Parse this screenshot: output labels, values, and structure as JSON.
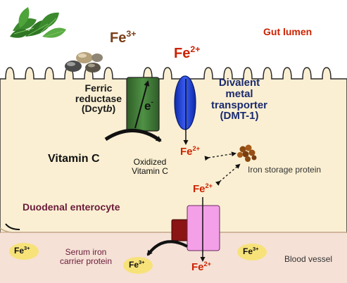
{
  "labels": {
    "gut_lumen": "Gut lumen",
    "fe3_lumen": {
      "base": "Fe",
      "sup": "3+"
    },
    "fe2_lumen": {
      "base": "Fe",
      "sup": "2+"
    },
    "ferric_reductase": [
      "Ferric",
      "reductase",
      "(Dcyt",
      "b",
      ")"
    ],
    "electron": {
      "base": "e",
      "sup": "-"
    },
    "dmt1": [
      "Divalent",
      "metal",
      "transporter",
      "(DMT-1)"
    ],
    "vitamin_c": "Vitamin C",
    "oxidized_vitamin_c": [
      "Oxidized",
      "Vitamin C"
    ],
    "fe2_cell_top": {
      "base": "Fe",
      "sup": "2+"
    },
    "iron_storage_protein": "Iron storage protein",
    "fe2_cell_mid": {
      "base": "Fe",
      "sup": "2+"
    },
    "duodenal_enterocyte": "Duodenal enterocyte",
    "fe3_blood_left": {
      "base": "Fe",
      "sup": "3+"
    },
    "serum_iron_carrier": [
      "Serum iron",
      "carrier protein"
    ],
    "fe3_blood_center": {
      "base": "Fe",
      "sup": "3+"
    },
    "fe2_blood": {
      "base": "Fe",
      "sup": "2+"
    },
    "fe3_blood_right": {
      "base": "Fe",
      "sup": "3+"
    },
    "blood_vessel": "Blood vessel"
  },
  "colors": {
    "cell": "#faefd2",
    "blood": "#f5e1d6",
    "outline": "#2a2a2a",
    "red_text": "#cc2200",
    "brown_text": "#7a3d18",
    "navy_text": "#1a2a6e",
    "reductase_fill": "#3f7a36",
    "dmt1_fill": "#1f3fd6",
    "ferroportin_dark": "#8b1414",
    "ferroportin_pink": "#f4a0e8",
    "fe_ellipse": "#f7e27a"
  }
}
